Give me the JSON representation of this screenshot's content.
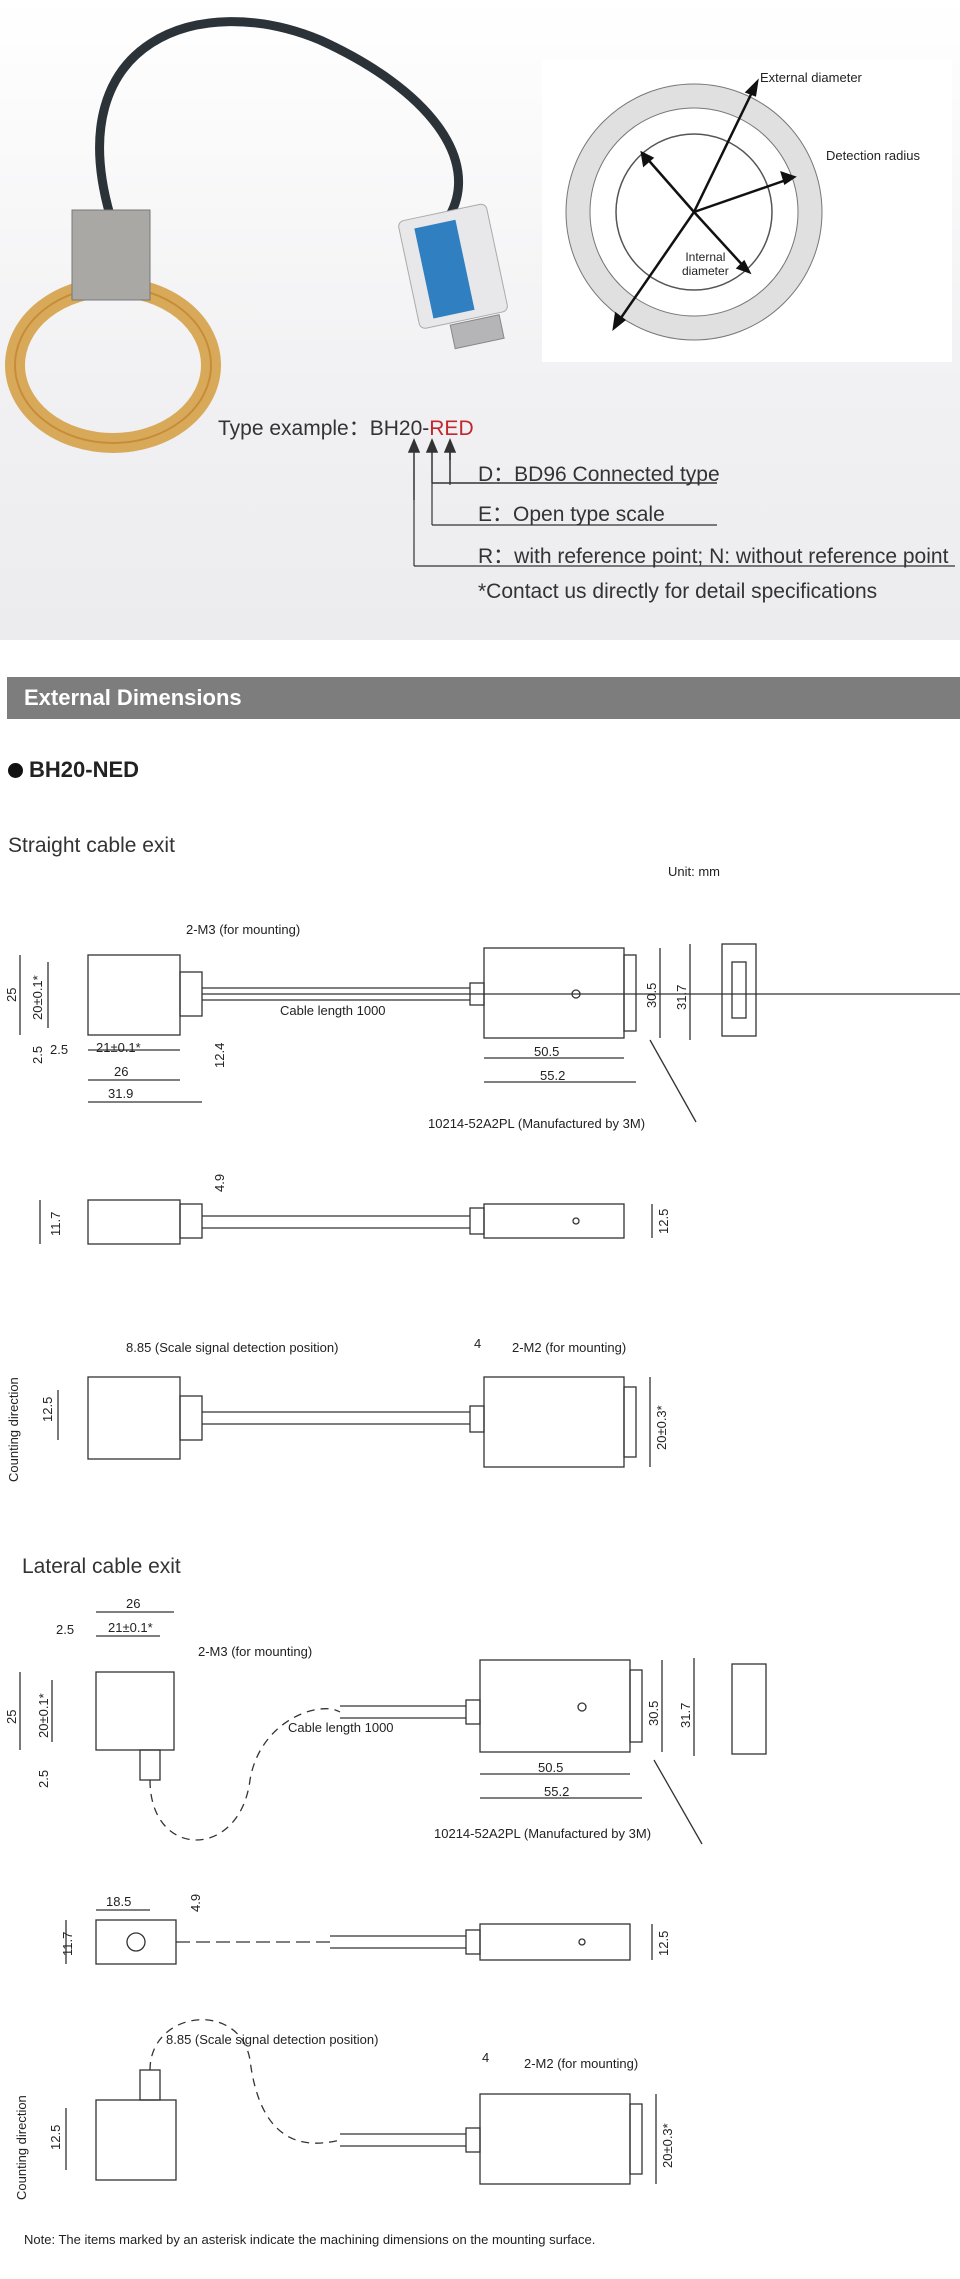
{
  "hero": {
    "ring_labels": {
      "external": "External diameter",
      "detection": "Detection radius",
      "internal": "Internal\ndiameter"
    },
    "type_example": {
      "prefix": "Type example：BH20-",
      "suffix": "RED",
      "line_d": "D：BD96 Connected type",
      "line_e": "E：Open type scale",
      "line_r": "R：with reference point; N: without reference point",
      "contact": "*Contact us directly for detail specifications"
    }
  },
  "section": {
    "title": "External Dimensions",
    "model": "BH20-NED"
  },
  "straight": {
    "title": "Straight cable exit",
    "unit": "Unit: mm",
    "labels": {
      "m3": "2-M3 (for mounting)",
      "cable": "Cable length 1000",
      "d25": "25",
      "d20": "20±0.1*",
      "d2_5a": "2.5",
      "d2_5b": "2.5",
      "d21": "21±0.1*",
      "d26": "26",
      "d31_9": "31.9",
      "d12_4": "12.4",
      "d50_5": "50.5",
      "d55_2": "55.2",
      "d30_5": "30.5",
      "d31_7": "31.7",
      "connector": "10214-52A2PL (Manufactured by 3M)",
      "d4_9": "4.9",
      "d11_7": "11.7",
      "d12_5": "12.5",
      "d8_85": "8.85 (Scale signal detection position)",
      "counting": "Counting direction",
      "d12_5b": "12.5",
      "d4": "4",
      "m2": "2-M2 (for mounting)",
      "d20_3": "20±0.3*"
    }
  },
  "lateral": {
    "title": "Lateral cable exit",
    "labels": {
      "d26": "26",
      "d2_5a": "2.5",
      "d21": "21±0.1*",
      "m3": "2-M3 (for mounting)",
      "d25": "25",
      "d20": "20±0.1*",
      "d2_5b": "2.5",
      "cable": "Cable length 1000",
      "d50_5": "50.5",
      "d55_2": "55.2",
      "d30_5": "30.5",
      "d31_7": "31.7",
      "connector": "10214-52A2PL (Manufactured by 3M)",
      "d18_5": "18.5",
      "d4_9": "4.9",
      "d11_7": "11.7",
      "d12_5": "12.5",
      "d8_85": "8.85 (Scale signal detection position)",
      "d4": "4",
      "m2": "2-M2 (for mounting)",
      "counting": "Counting direction",
      "d12_5b": "12.5",
      "d20_3": "20±0.3*"
    }
  },
  "note": "Note: The items marked by an asterisk indicate the machining dimensions on the mounting surface."
}
